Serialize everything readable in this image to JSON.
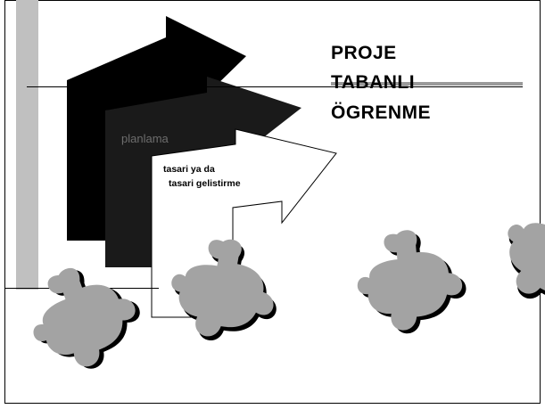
{
  "slide": {
    "title_lines": [
      "PROJE",
      "TABANLI",
      "ÖGRENME"
    ],
    "arrow_labels": {
      "planning": "planlama",
      "design_line_1": "tasari ya da",
      "design_line_2": "tasari gelistirme"
    }
  },
  "colors": {
    "background": "#ffffff",
    "side_bar": "#c0c0c0",
    "arrow_back": "#000000",
    "arrow_middle": "#1a1a1a",
    "arrow_front": "#ffffff",
    "puzzle_piece": "#a3a3a3",
    "puzzle_shadow": "#000000",
    "title_text": "#000000"
  },
  "icons": [
    "puzzle-piece-icon"
  ]
}
